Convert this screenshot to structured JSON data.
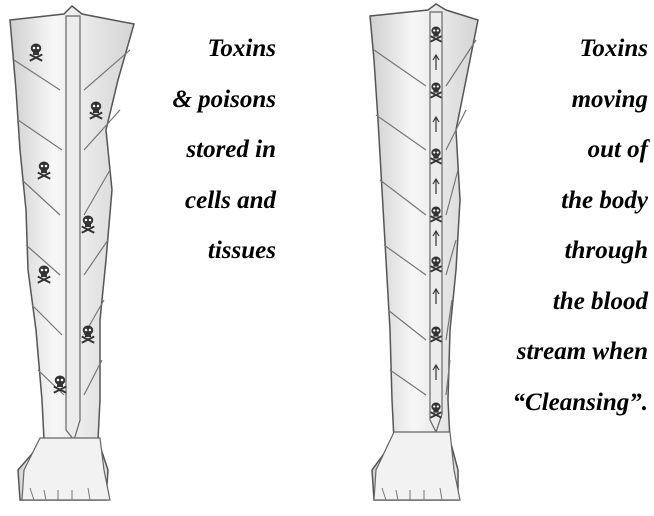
{
  "left_caption": {
    "lines": [
      "Toxins",
      "& poisons",
      "stored in",
      "cells and",
      "tissues"
    ]
  },
  "right_caption": {
    "lines": [
      "Toxins",
      "moving",
      "out of",
      "the body",
      "through",
      "the blood",
      "stream when",
      "“Cleansing”."
    ]
  },
  "icons": {
    "toxin": "skull-and-crossbones-icon",
    "flow": "up-arrow-icon"
  },
  "colors": {
    "outline": "#555555",
    "skin": "#f4f4f4",
    "shade": "#d9d9d9",
    "symbol": "#333333"
  }
}
